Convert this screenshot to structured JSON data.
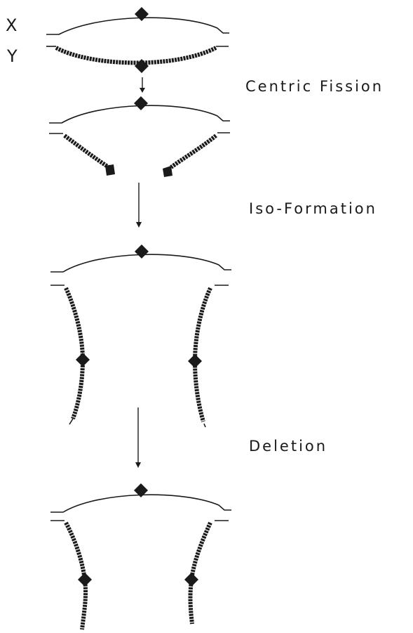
{
  "chromosomes": {
    "x_label": "X",
    "y_label": "Y"
  },
  "stages": [
    {
      "label": "Centric Fission"
    },
    {
      "label": "Iso-Formation"
    },
    {
      "label": "Deletion"
    }
  ],
  "colors": {
    "ink": "#1a1a1a",
    "background": "#ffffff"
  }
}
